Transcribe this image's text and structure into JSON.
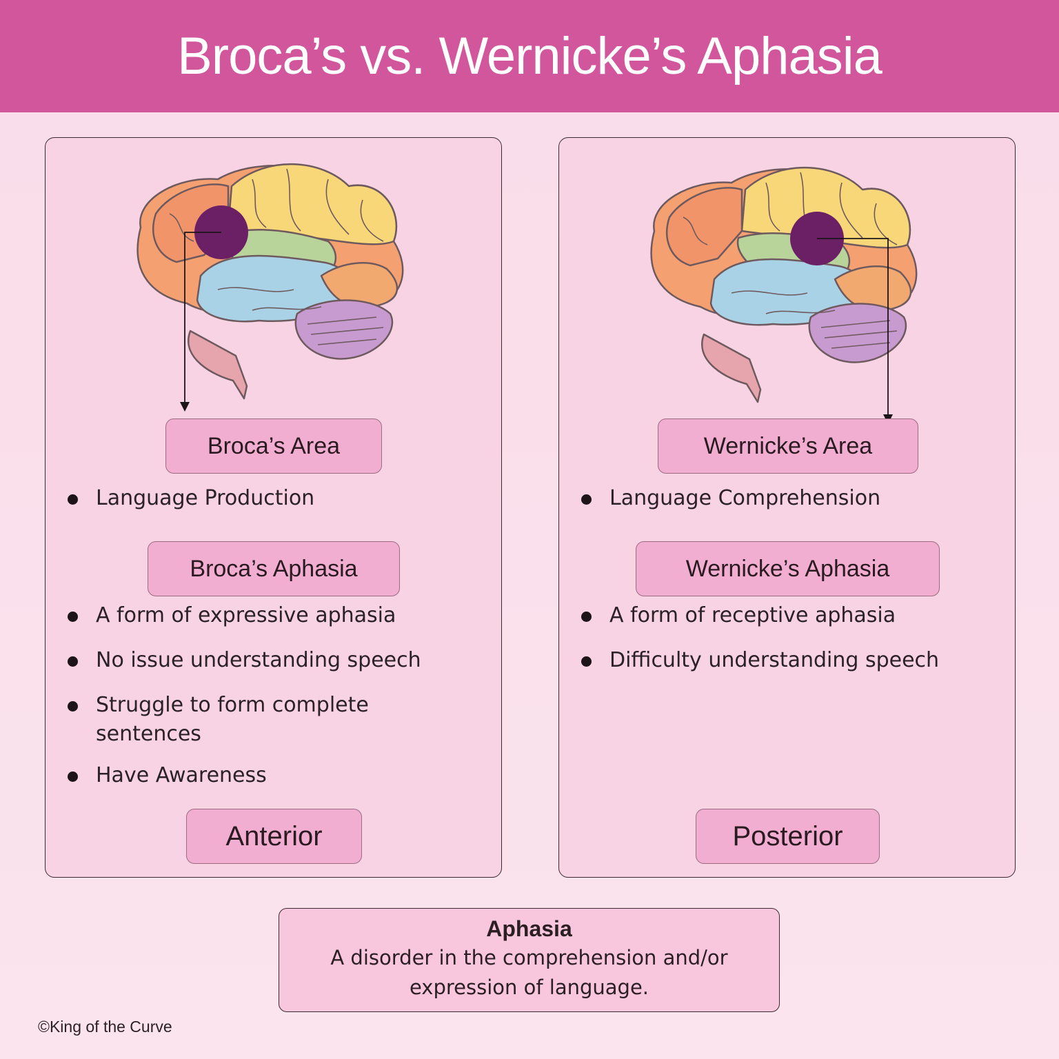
{
  "title": "Broca’s vs. Wernicke’s Aphasia",
  "left": {
    "area_label": "Broca’s Area",
    "area_bullets": [
      "Language Production"
    ],
    "aphasia_label": "Broca’s Aphasia",
    "aphasia_bullets": [
      "A form of expressive aphasia",
      "No issue understanding speech",
      "Struggle to form complete sentences",
      "Have Awareness"
    ],
    "position_label": "Anterior"
  },
  "right": {
    "area_label": "Wernicke’s Area",
    "area_bullets": [
      "Language Comprehension"
    ],
    "aphasia_label": "Wernicke’s Aphasia",
    "aphasia_bullets": [
      "A form of receptive aphasia",
      "Difficulty understanding speech"
    ],
    "position_label": "Posterior"
  },
  "definition": {
    "term": "Aphasia",
    "text": "A disorder in the comprehension and/or expression of language."
  },
  "copyright": "©King of the Curve",
  "colors": {
    "banner": "#d2569c",
    "pill": "#f2aed0",
    "panel": "#f7d3e4",
    "marker": "#6b2066"
  }
}
